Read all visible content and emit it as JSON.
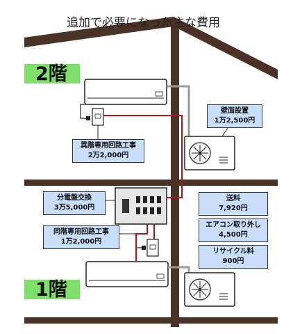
{
  "title": "追加で必要になった主な費用",
  "floors": {
    "upper": "2階",
    "lower": "1階"
  },
  "costs": {
    "wall_install": {
      "label": "壁面設置",
      "price": "1万2,500円"
    },
    "upper_circuit": {
      "label": "異階専用回路工事",
      "price": "2万2,000円"
    },
    "panel_swap": {
      "label": "分電盤交換",
      "price": "3万5,000円"
    },
    "same_circuit": {
      "label": "同階専用回路工事",
      "price": "1万2,000円"
    },
    "shipping": {
      "label": "送料",
      "price": "7,920円"
    },
    "ac_removal": {
      "label": "エアコン取り外し",
      "price": "4,500円"
    },
    "recycling": {
      "label": "リサイクル料",
      "price": "900円"
    }
  },
  "colors": {
    "wiring": "#b01818",
    "wood": "#4a3226",
    "label_bg": "#c9defa",
    "floor_tag": "#7ee06a"
  }
}
